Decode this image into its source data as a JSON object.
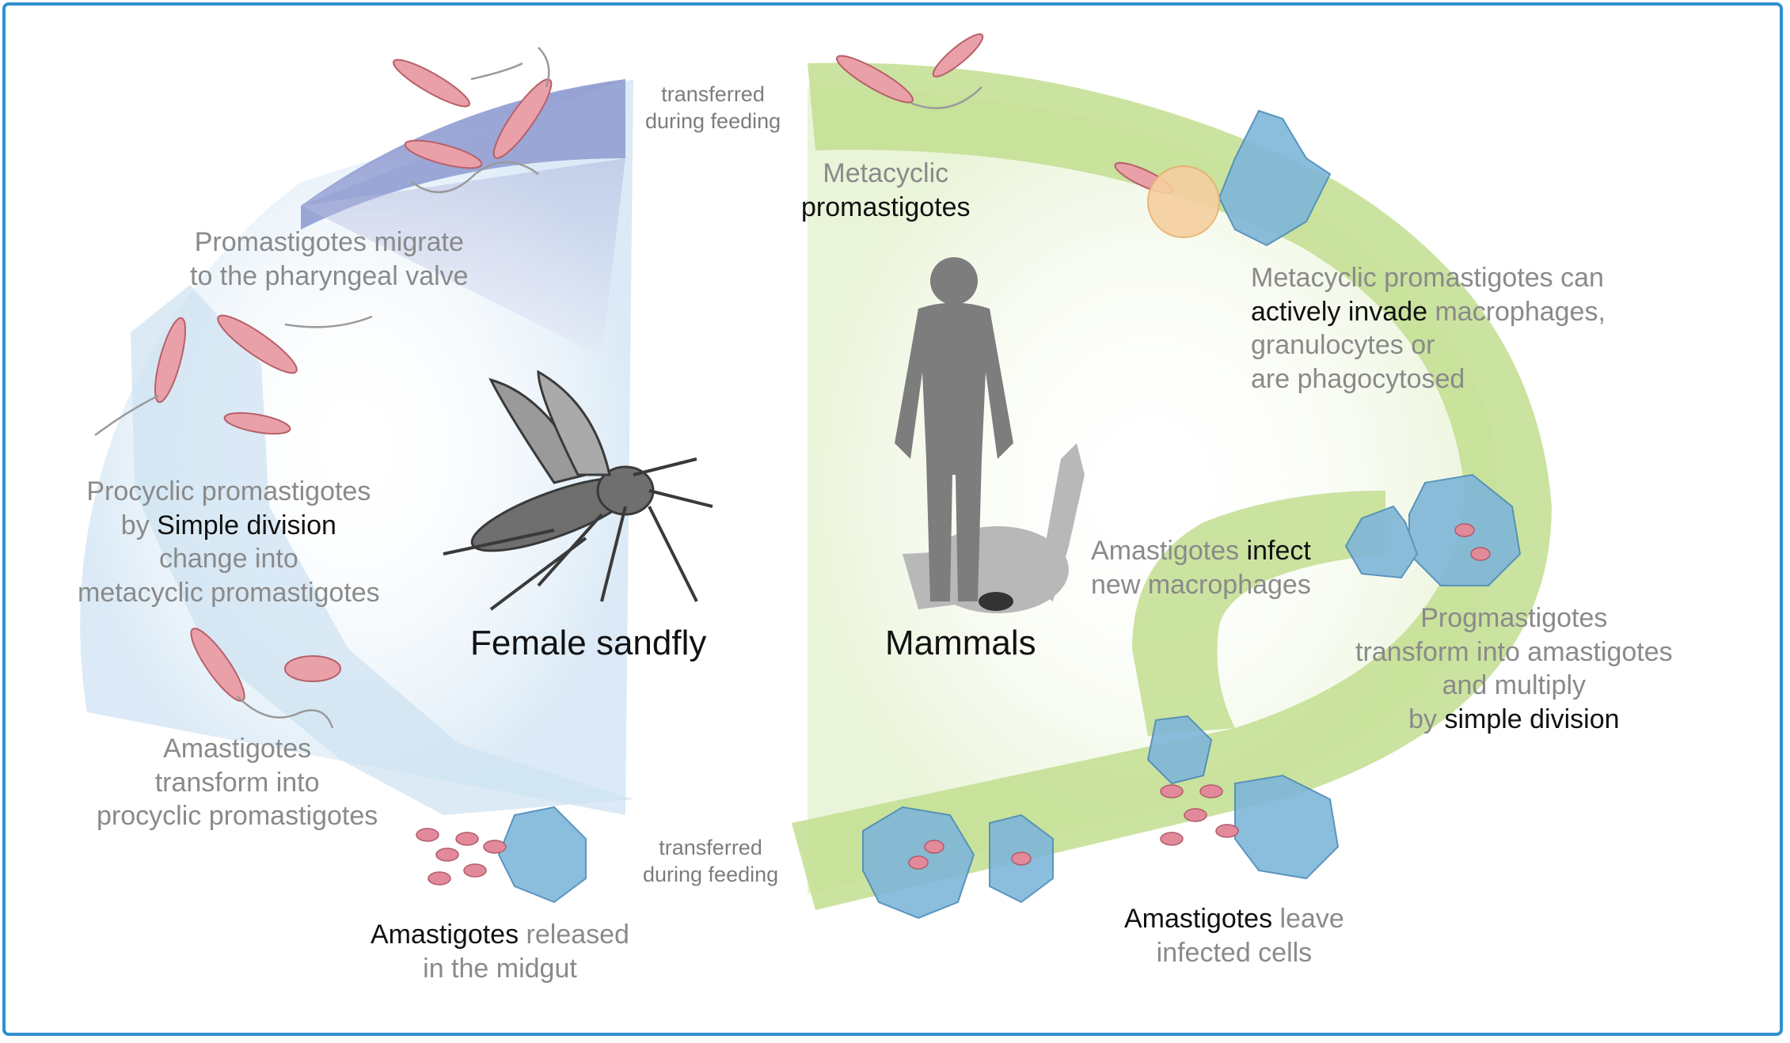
{
  "colors": {
    "border": "#2f8fd0",
    "sandfly_band": "#9aa6d6",
    "sandfly_band_light": "#cfe3f2",
    "mammal_band": "#bfdc8a",
    "parasite": "#e9a0a8",
    "cell": "#7fb6d9",
    "silhouette": "#888888"
  },
  "titles": {
    "sandfly": "Female sandfly",
    "mammals": "Mammals"
  },
  "transfer_top": {
    "l1": "transferred",
    "l2": "during feeding"
  },
  "transfer_bottom": {
    "l1": "transferred",
    "l2": "during feeding"
  },
  "labels": {
    "migrate": {
      "l1": "Promastigotes migrate",
      "l2": "to the pharyngeal valve"
    },
    "procyclic": {
      "l1": "Procyclic promastigotes",
      "l2a": "by ",
      "l2b": "Simple division",
      "l3": "change into",
      "l4": "metacyclic promastigotes"
    },
    "amast_transform": {
      "l1": "Amastigotes",
      "l2": "transform into",
      "l3": "procyclic promastigotes"
    },
    "released": {
      "a": "Amastigotes",
      "b": " released",
      "l2": "in the midgut"
    },
    "metacyclic": {
      "l1": "Metacyclic",
      "l2": "promastigotes"
    },
    "invade": {
      "l1": "Metacyclic promastigotes can",
      "l2a": "actively invade",
      "l2b": " macrophages,",
      "l3": "granulocytes or",
      "l4": "are phagocytosed"
    },
    "infect": {
      "a": "Amastigotes ",
      "b": "infect",
      "l2": "new macrophages"
    },
    "transform": {
      "l1": "Progmastigotes",
      "l2": "transform into amastigotes",
      "l3": "and multiply",
      "l4a": "by ",
      "l4b": "simple division"
    },
    "leave": {
      "a": "Amastigotes",
      "b": " leave",
      "l2": "infected cells"
    }
  }
}
